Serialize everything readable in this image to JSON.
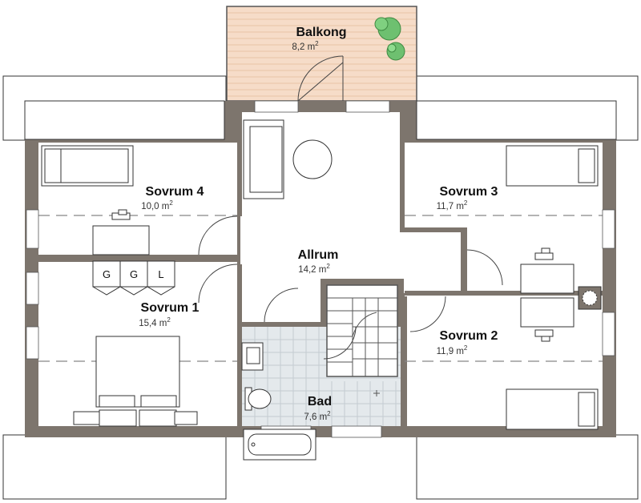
{
  "colors": {
    "wall": "#7d756d",
    "floor": "#ffffff",
    "balcony_deck": "#f6dcc8",
    "bathroom_tile": "#e4e9ec",
    "tree": "#6ec070"
  },
  "rooms": {
    "balkong": {
      "name": "Balkong",
      "area_num": "8,2 m",
      "unit_sup": "2"
    },
    "sovrum4": {
      "name": "Sovrum 4",
      "area_num": "10,0 m",
      "unit_sup": "2"
    },
    "sovrum3": {
      "name": "Sovrum 3",
      "area_num": "11,7 m",
      "unit_sup": "2"
    },
    "allrum": {
      "name": "Allrum",
      "area_num": "14,2 m",
      "unit_sup": "2"
    },
    "sovrum1": {
      "name": "Sovrum 1",
      "area_num": "15,4 m",
      "unit_sup": "2"
    },
    "sovrum2": {
      "name": "Sovrum 2",
      "area_num": "11,9 m",
      "unit_sup": "2"
    },
    "bad": {
      "name": "Bad",
      "area_num": "7,6 m",
      "unit_sup": "2"
    }
  },
  "closets": [
    "G",
    "G",
    "L"
  ],
  "icons": [
    "tree-icon",
    "ceiling-lamp-icon",
    "chimney-icon"
  ]
}
